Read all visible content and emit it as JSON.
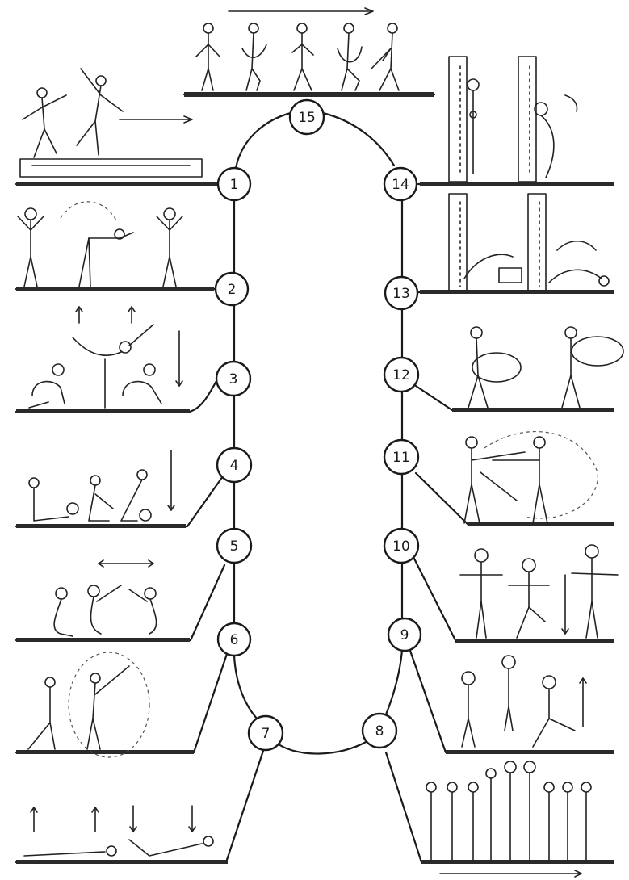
{
  "diagram": {
    "stations": [
      {
        "label": "1"
      },
      {
        "label": "2"
      },
      {
        "label": "3"
      },
      {
        "label": "4"
      },
      {
        "label": "5"
      },
      {
        "label": "6"
      },
      {
        "label": "7"
      },
      {
        "label": "8"
      },
      {
        "label": "9"
      },
      {
        "label": "10"
      },
      {
        "label": "11"
      },
      {
        "label": "12"
      },
      {
        "label": "13"
      },
      {
        "label": "14"
      },
      {
        "label": "15"
      }
    ],
    "colors": {
      "ink": "#1a1a1a",
      "paper": "#ffffff"
    }
  }
}
